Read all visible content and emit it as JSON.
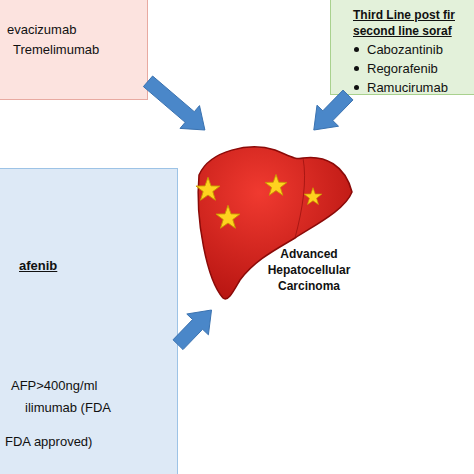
{
  "diagram": {
    "nodes": [
      {
        "text": [
          "evacizumab",
          "Tremelimumab"
        ]
      },
      {
        "text": [
          "Third Line post fir second line soraf",
          "Cabozantinib",
          "Regorafenib",
          "Ramucirumab"
        ]
      },
      {
        "text": [
          "Advanced Hepatocellular Carcinoma"
        ]
      },
      {
        "text": [
          "afenib",
          "AFP>400ng/ml",
          "ilimumab (FDA",
          "FDA approved)"
        ]
      }
    ],
    "edges": [
      {
        "from": 0,
        "to": 2,
        "arrow": "to"
      },
      {
        "from": 1,
        "to": 2,
        "arrow": "to"
      },
      {
        "from": 3,
        "to": 2,
        "arrow": "to"
      }
    ]
  }
}
